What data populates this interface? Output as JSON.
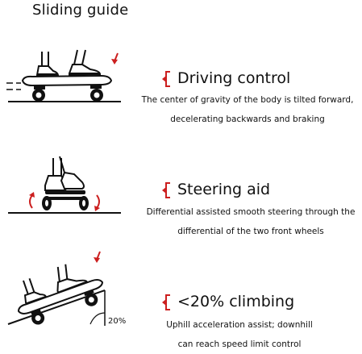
{
  "title": "Sliding guide",
  "sections": [
    {
      "heading": "Driving control",
      "description_lines": [
        "The center of gravity of the body is tilted forward,",
        "decelerating backwards and braking"
      ]
    },
    {
      "heading": "Steering aid",
      "description_lines": [
        "Differential assisted smooth steering through the",
        "differential of the two front wheels"
      ]
    },
    {
      "heading": "<20% climbing",
      "slope_label": "20%",
      "description_lines": [
        "Uphill acceleration assist; downhill",
        "can reach speed limit control"
      ]
    }
  ],
  "colors": {
    "accent": "#cc1f1f",
    "ink": "#111111"
  },
  "icons": [
    "bracket-arrow-icon",
    "down-arrow-icon",
    "rotate-arrow-icon"
  ]
}
